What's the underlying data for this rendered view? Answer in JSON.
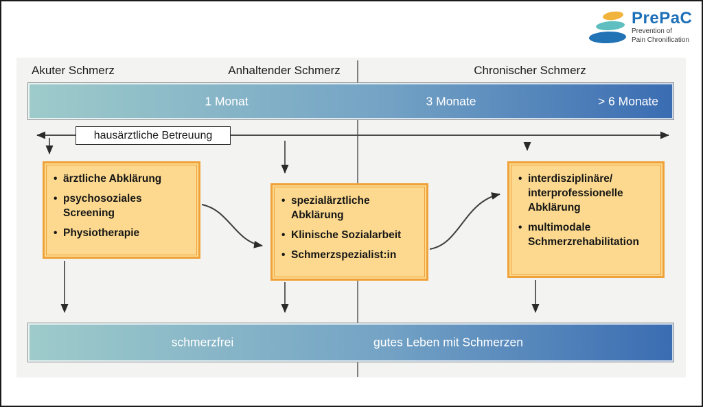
{
  "logo": {
    "title": "PrePaC",
    "subtitle": [
      "Prevention of",
      "Pain Chronification"
    ],
    "colors": {
      "title_blue": "#1c6fb7",
      "stone_yellow": "#f0b43c",
      "stone_teal": "#5fbfc0",
      "stone_blue": "#2173b6"
    }
  },
  "phase_labels": [
    "Akuter Schmerz",
    "Anhaltender Schmerz",
    "Chronischer Schmerz"
  ],
  "timeline_bar": {
    "labels": [
      "1 Monat",
      "3 Monate",
      "> 6 Monate"
    ],
    "gradient_start": "#9ecbca",
    "gradient_end": "#3a6cb2"
  },
  "care_band": {
    "label": "hausärztliche Betreuung"
  },
  "cards": [
    {
      "items": [
        "ärztliche Abklärung",
        "psychosoziales Screening",
        "Physiotherapie"
      ]
    },
    {
      "items": [
        "spezialärztliche Abklärung",
        "Klinische Sozialarbeit",
        "Schmerzspezialist:in"
      ]
    },
    {
      "items": [
        "interdisziplinäre/ interprofessionelle Abklärung",
        "multimodale Schmerzrehabilitation"
      ]
    }
  ],
  "outcome_bar": {
    "labels": [
      "schmerzfrei",
      "gutes Leben mit Schmerzen"
    ]
  },
  "colors": {
    "card_bg": "#fcd98e",
    "card_border": "#f0a23a",
    "panel_bg": "#f3f3f2"
  }
}
